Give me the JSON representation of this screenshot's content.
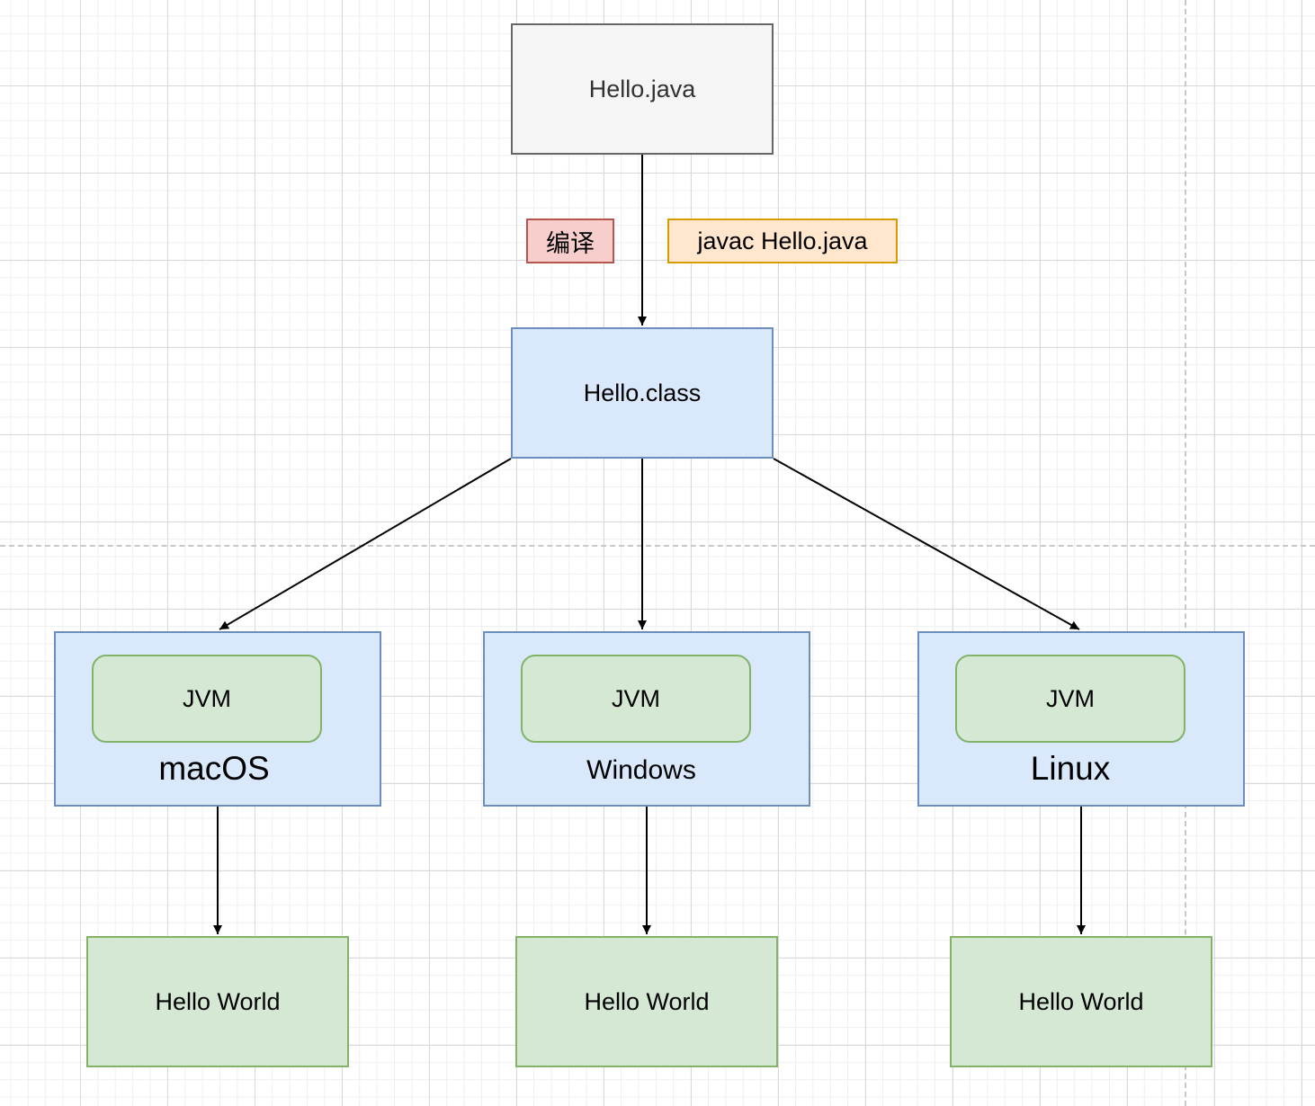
{
  "nodes": {
    "source": "Hello.java",
    "compile_label": "编译",
    "command_label": "javac Hello.java",
    "class_file": "Hello.class"
  },
  "platforms": [
    {
      "os": "macOS",
      "runtime": "JVM",
      "output": "Hello World"
    },
    {
      "os": "Windows",
      "runtime": "JVM",
      "output": "Hello World"
    },
    {
      "os": "Linux",
      "runtime": "JVM",
      "output": "Hello World"
    }
  ],
  "colors": {
    "source_fill": "#f5f5f5",
    "source_stroke": "#666666",
    "blue_fill": "#dae8fc",
    "blue_stroke": "#6c8ebf",
    "green_fill": "#d5e8d4",
    "green_stroke": "#82b366",
    "red_fill": "#f8cecc",
    "red_stroke": "#b85450",
    "orange_fill": "#ffe6cc",
    "orange_stroke": "#d79b00",
    "edge": "#000000"
  }
}
